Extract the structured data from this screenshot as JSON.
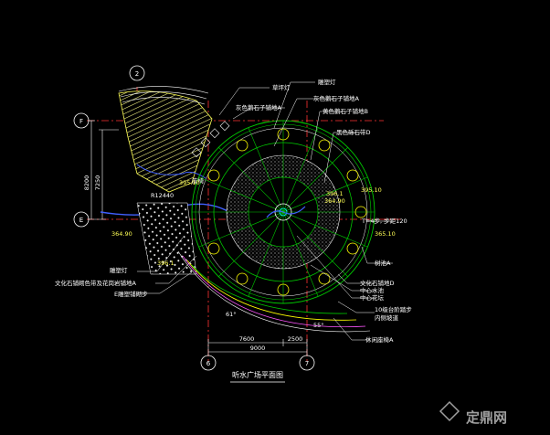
{
  "title": "听水广场平面图",
  "axes": {
    "top1": "2",
    "left_f": "F",
    "left_e": "E",
    "bottom1": "6",
    "bottom2": "7"
  },
  "dims": {
    "left_total": "8200",
    "left_part": "7250",
    "bottom_a": "7600",
    "bottom_b": "2500",
    "bottom_total": "9000",
    "r_label": "R12440",
    "angle_a": "61°",
    "angle_b": "55°"
  },
  "levels": {
    "lv1": "395.10",
    "lv2": "364.90",
    "lv3": "364.90",
    "lv4": "365.10",
    "lv5": "395.10",
    "lv6": "396.1",
    "lv7": "396.1"
  },
  "annotations": {
    "a1": "草坪灯",
    "a2": "雕塑灯",
    "a3": "灰色鹅石子铺地A",
    "a4": "灰色鹅石子铺地A",
    "a5": "黄色鹅石子铺地B",
    "a6": "黑色砾石带D",
    "a7": "T=4步, 步距120",
    "a8": "树池A",
    "a9": "文化石铺地D",
    "a10": "中心水池",
    "a11": "中心花坛",
    "a12": "10级台阶踏步",
    "a13": "内侧坡道",
    "a14": "休闲座椅A",
    "a15": "雕塑灯",
    "a16": "文化石铺砌色带及花岗岩铺地A",
    "a17": "E雕塑铺砌步",
    "a18": "座椅"
  },
  "watermark": "定鼎网",
  "colors": {
    "background": "#000000",
    "green": "#00c800",
    "yellow": "#ffff00",
    "red": "#ff3333",
    "white": "#ffffff",
    "cyan": "#00ffff",
    "blue": "#4060ff",
    "magenta": "#ff55ff"
  }
}
